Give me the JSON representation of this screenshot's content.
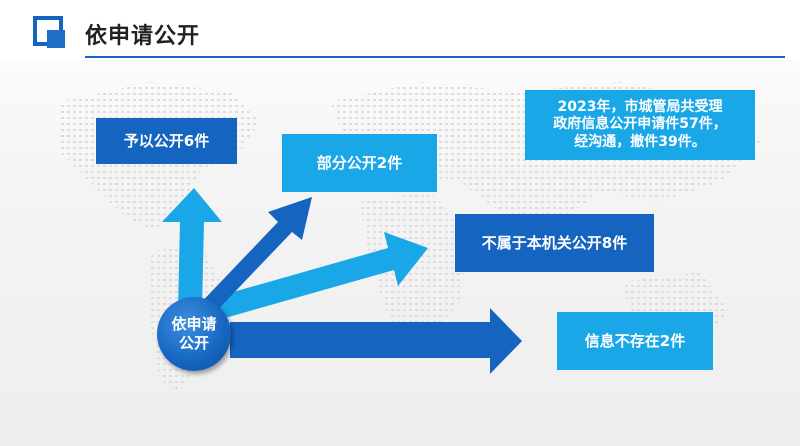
{
  "header": {
    "title": "依申请公开"
  },
  "center": {
    "line1": "依申请",
    "line2": "公开"
  },
  "boxes": {
    "granted": "予以公开6件",
    "partial": "部分公开2件",
    "not_belong": "不属于本机关公开8件",
    "not_exist": "信息不存在2件",
    "summary_line1": "2023年，市城管局共受理",
    "summary_line2": "政府信息公开申请件57件，",
    "summary_line3": "经沟通，撤件39件。"
  },
  "colors": {
    "dark_blue": "#1565c0",
    "light_blue": "#1aa7e8"
  }
}
